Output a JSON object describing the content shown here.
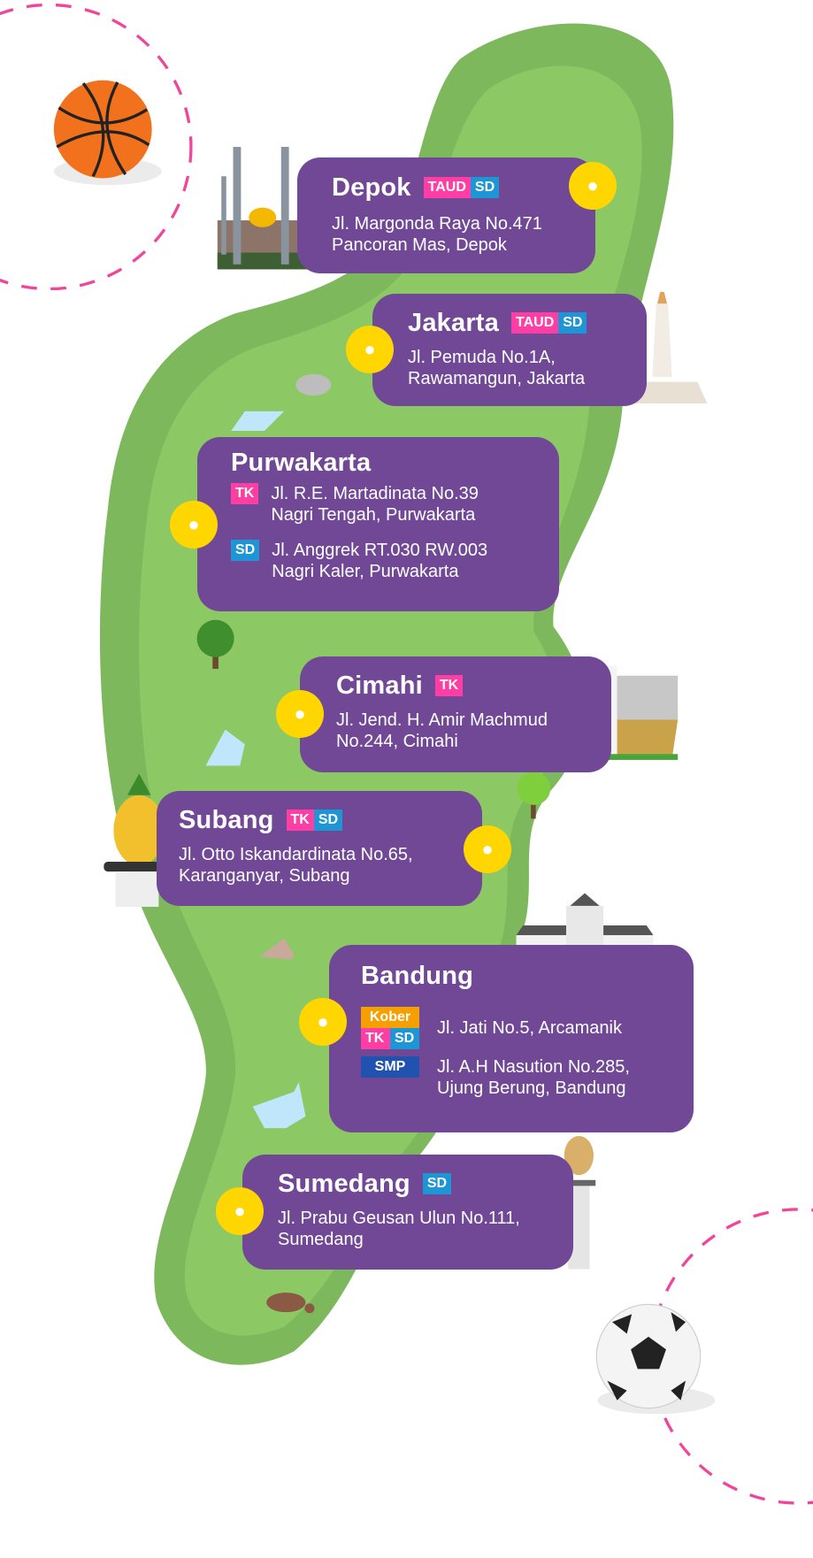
{
  "colors": {
    "card": "#714896",
    "pin": "#ffd600",
    "taud": "#ff3ea5",
    "tk": "#ff3ea5",
    "sd": "#1e96d6",
    "kober": "#f5a000",
    "smp": "#2152b0",
    "map_dark": "#7db85c",
    "map_light": "#8cc965",
    "dash": "#f0459b"
  },
  "locations": {
    "depok": {
      "name": "Depok",
      "badges": [
        "TAUD",
        "SD"
      ],
      "line1": "Jl. Margonda Raya No.471",
      "line2": "Pancoran Mas, Depok"
    },
    "jakarta": {
      "name": "Jakarta",
      "badges": [
        "TAUD",
        "SD"
      ],
      "line1": "Jl. Pemuda No.1A,",
      "line2": "Rawamangun, Jakarta"
    },
    "purwakarta": {
      "name": "Purwakarta",
      "branches": [
        {
          "badge": "TK",
          "line1": "Jl. R.E. Martadinata No.39",
          "line2": "Nagri Tengah, Purwakarta"
        },
        {
          "badge": "SD",
          "line1": "Jl. Anggrek RT.030 RW.003",
          "line2": "Nagri Kaler, Purwakarta"
        }
      ]
    },
    "cimahi": {
      "name": "Cimahi",
      "badges": [
        "TK"
      ],
      "line1": "Jl. Jend. H. Amir Machmud",
      "line2": "No.244, Cimahi"
    },
    "subang": {
      "name": "Subang",
      "badges": [
        "TK",
        "SD"
      ],
      "line1": "Jl. Otto Iskandardinata No.65,",
      "line2": "Karanganyar, Subang"
    },
    "bandung": {
      "name": "Bandung",
      "branches": [
        {
          "badges": [
            "Kober",
            "TK",
            "SD"
          ],
          "line1": "Jl. Jati No.5, Arcamanik"
        },
        {
          "badges": [
            "SMP"
          ],
          "line1": "Jl. A.H Nasution No.285,",
          "line2": "Ujung Berung, Bandung"
        }
      ]
    },
    "sumedang": {
      "name": "Sumedang",
      "badges": [
        "SD"
      ],
      "line1": "Jl. Prabu Geusan Ulun No.111,",
      "line2": "Sumedang"
    }
  }
}
